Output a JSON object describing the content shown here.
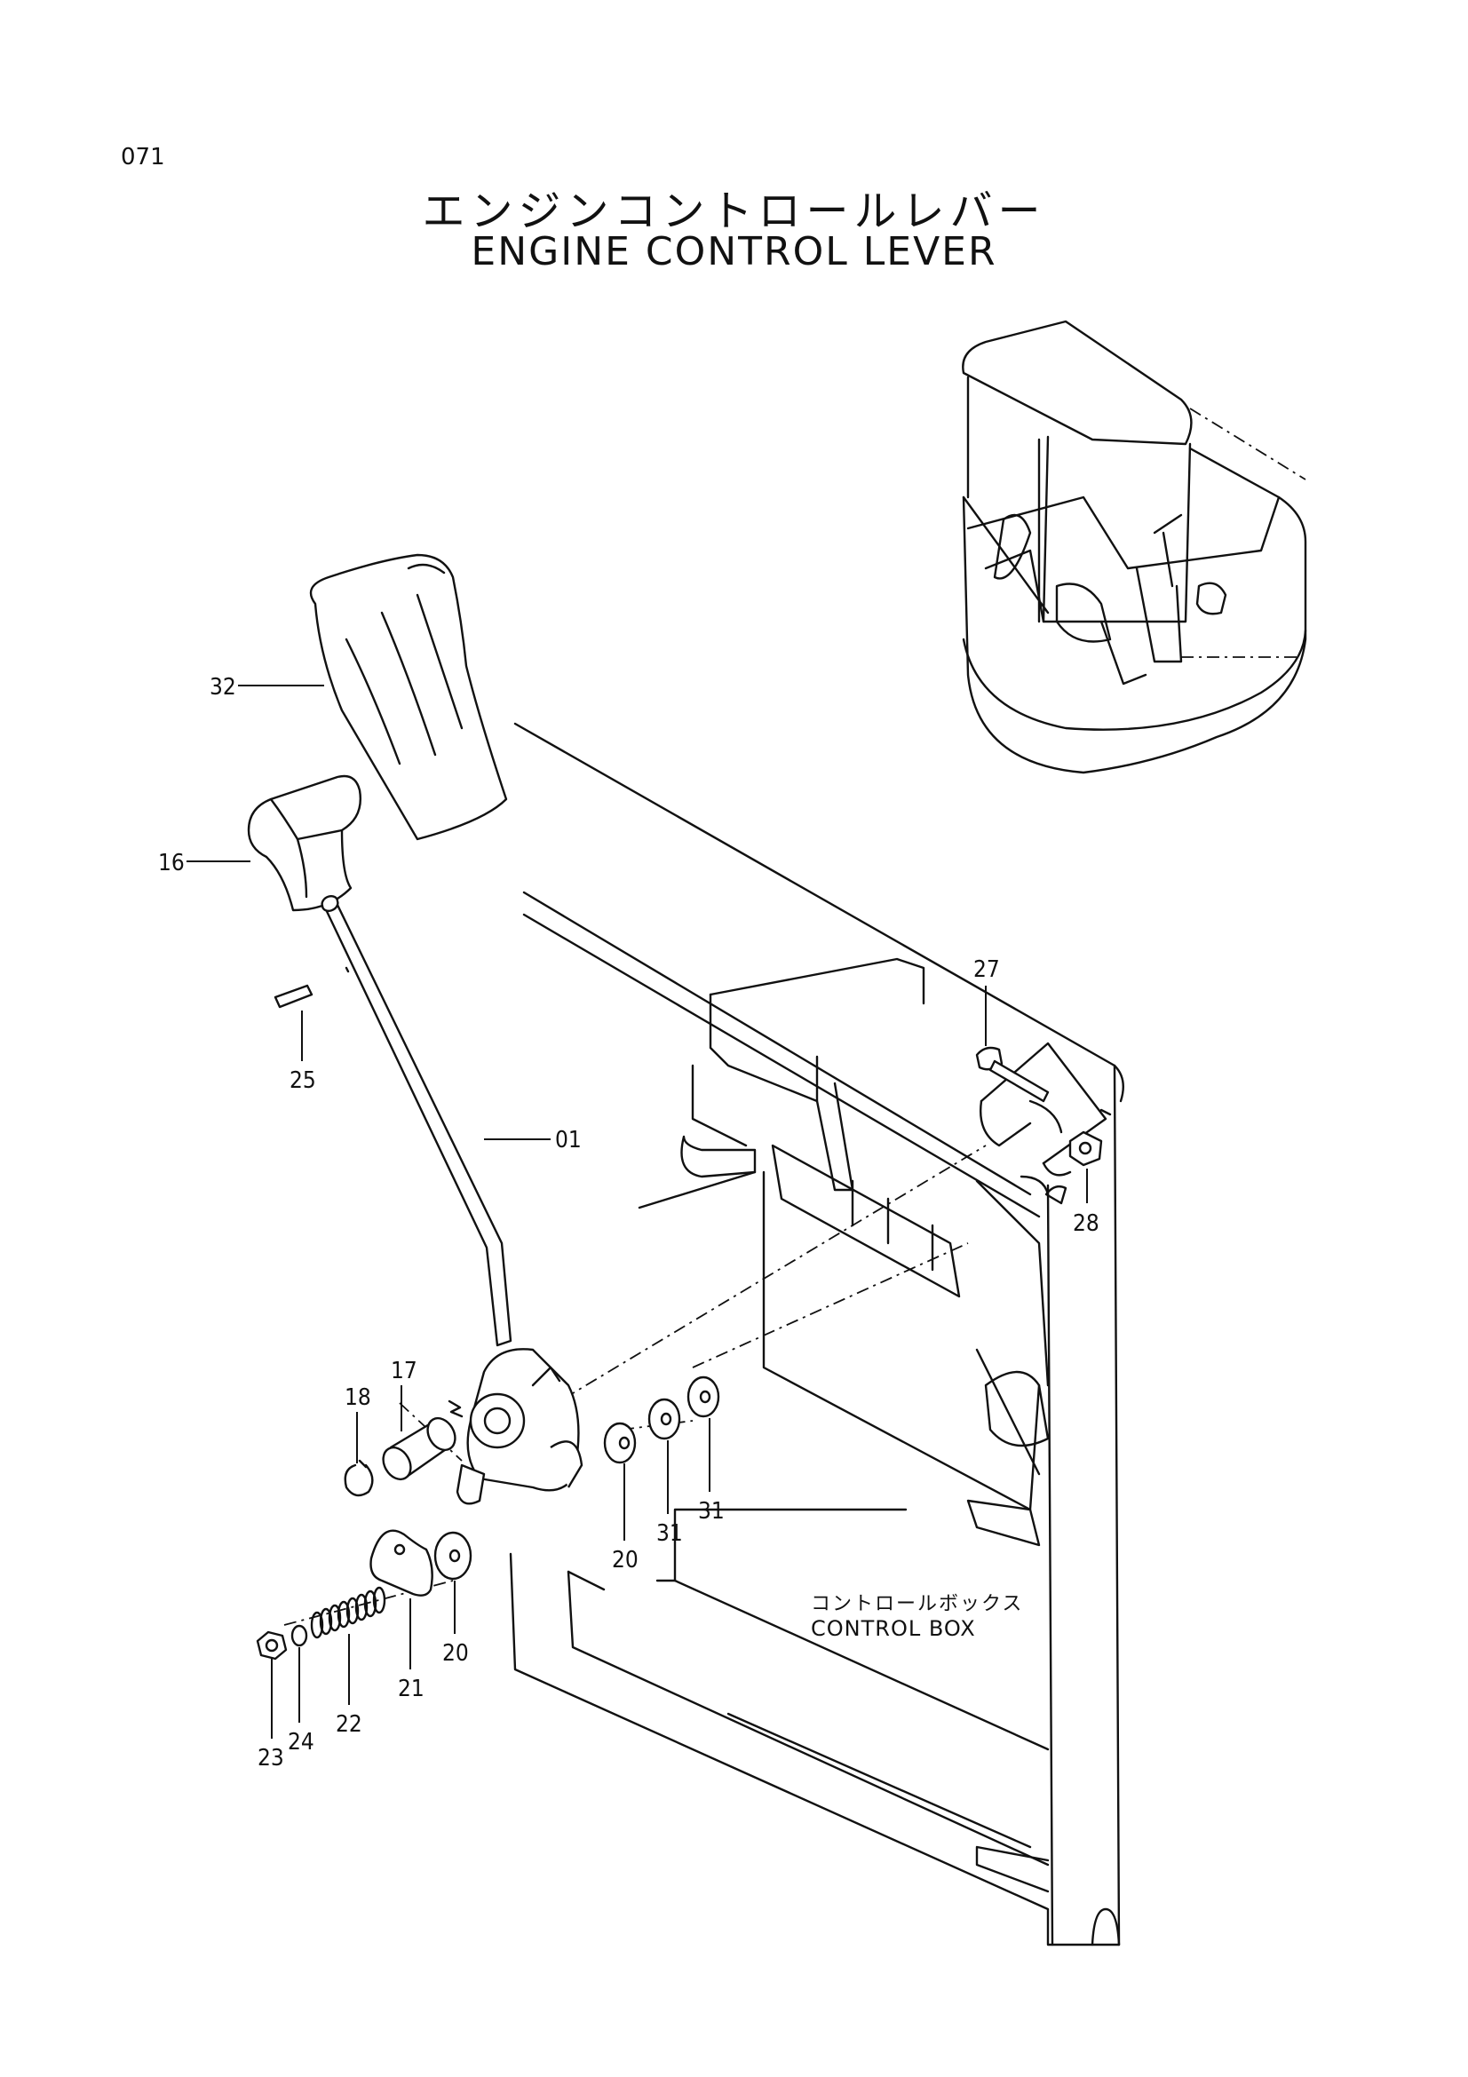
{
  "page": {
    "number": "071"
  },
  "title": {
    "japanese": "エンジンコントロールレバー",
    "english": "ENGINE CONTROL LEVER"
  },
  "inset": {
    "label_japanese": "コントロールボックス",
    "label_english": "CONTROL BOX"
  },
  "part_callouts": [
    {
      "id": "32"
    },
    {
      "id": "16"
    },
    {
      "id": "25"
    },
    {
      "id": "01"
    },
    {
      "id": "27"
    },
    {
      "id": "28"
    },
    {
      "id": "17"
    },
    {
      "id": "18"
    },
    {
      "id": "20"
    },
    {
      "id": "31"
    },
    {
      "id": "31"
    },
    {
      "id": "20"
    },
    {
      "id": "21"
    },
    {
      "id": "22"
    },
    {
      "id": "24"
    },
    {
      "id": "23"
    }
  ]
}
